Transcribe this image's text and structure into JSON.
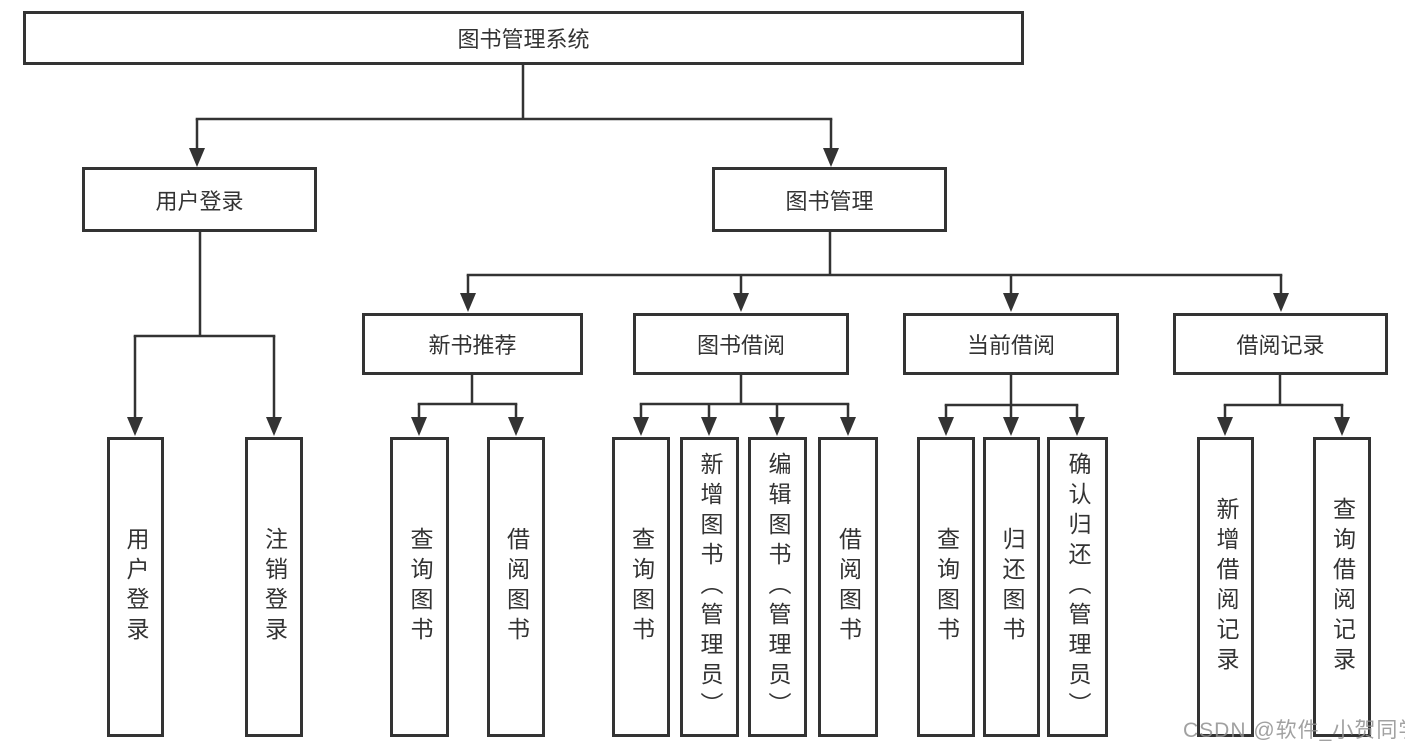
{
  "diagram": {
    "title": "图书管理系统",
    "nodes": {
      "root": {
        "label": "图书管理系统"
      },
      "userLogin": {
        "label": "用户登录"
      },
      "bookMgmt": {
        "label": "图书管理"
      },
      "newBooks": {
        "label": "新书推荐"
      },
      "bookBorrow": {
        "label": "图书借阅"
      },
      "currentBorrow": {
        "label": "当前借阅"
      },
      "borrowRecords": {
        "label": "借阅记录"
      },
      "leafUserLogin": {
        "label": "用户登录"
      },
      "leafLogout": {
        "label": "注销登录"
      },
      "leafQueryBooks1": {
        "label": "查询图书"
      },
      "leafBorrowBooks1": {
        "label": "借阅图书"
      },
      "leafQueryBooks2": {
        "label": "查询图书"
      },
      "leafAddBooks": {
        "label": "新增图书（管理员）"
      },
      "leafEditBooks": {
        "label": "编辑图书（管理员）"
      },
      "leafBorrowBooks2": {
        "label": "借阅图书"
      },
      "leafQueryBooks3": {
        "label": "查询图书"
      },
      "leafReturnBooks": {
        "label": "归还图书"
      },
      "leafConfirmReturn": {
        "label": "确认归还（管理员）"
      },
      "leafAddRecord": {
        "label": "新增借阅记录"
      },
      "leafQueryRecord": {
        "label": "查询借阅记录"
      }
    },
    "edges": [
      [
        "root",
        "userLogin"
      ],
      [
        "root",
        "bookMgmt"
      ],
      [
        "userLogin",
        "leafUserLogin"
      ],
      [
        "userLogin",
        "leafLogout"
      ],
      [
        "bookMgmt",
        "newBooks"
      ],
      [
        "bookMgmt",
        "bookBorrow"
      ],
      [
        "bookMgmt",
        "currentBorrow"
      ],
      [
        "bookMgmt",
        "borrowRecords"
      ],
      [
        "newBooks",
        "leafQueryBooks1"
      ],
      [
        "newBooks",
        "leafBorrowBooks1"
      ],
      [
        "bookBorrow",
        "leafQueryBooks2"
      ],
      [
        "bookBorrow",
        "leafAddBooks"
      ],
      [
        "bookBorrow",
        "leafEditBooks"
      ],
      [
        "bookBorrow",
        "leafBorrowBooks2"
      ],
      [
        "currentBorrow",
        "leafQueryBooks3"
      ],
      [
        "currentBorrow",
        "leafReturnBooks"
      ],
      [
        "currentBorrow",
        "leafConfirmReturn"
      ],
      [
        "borrowRecords",
        "leafAddRecord"
      ],
      [
        "borrowRecords",
        "leafQueryRecord"
      ]
    ],
    "colors": {
      "border": "#333333",
      "text": "#333333",
      "connector": "#333333",
      "background": "#ffffff",
      "watermark": "#919191"
    }
  },
  "watermark": {
    "text": "CSDN @软件_小贺同学"
  }
}
